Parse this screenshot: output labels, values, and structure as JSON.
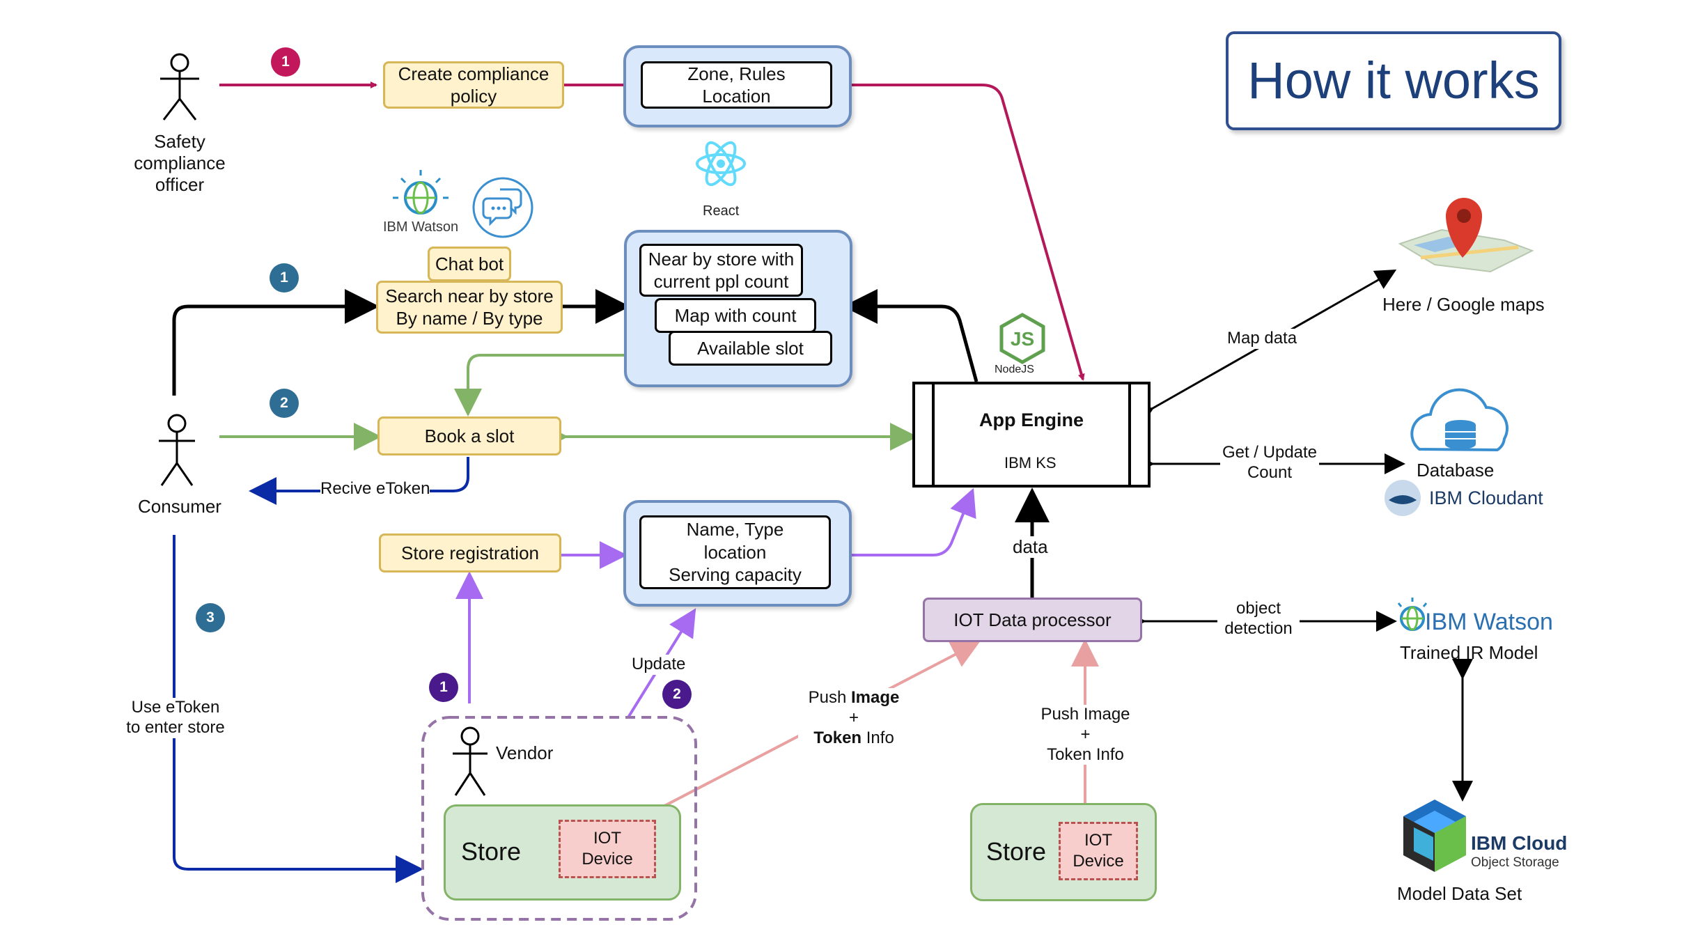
{
  "title": "How it works",
  "actors": {
    "safety_officer": "Safety\ncompliance\nofficer",
    "consumer": "Consumer",
    "vendor": "Vendor"
  },
  "nodes": {
    "create_policy": "Create compliance\npolicy",
    "zone_rules": "Zone, Rules\nLocation",
    "chat_bot": "Chat bot",
    "search_store": "Search near by store\nBy name / By type",
    "near_by_store": "Near by store with\ncurrent ppl count",
    "map_with_count": "Map with count",
    "available_slot": "Available slot",
    "book_slot": "Book a slot",
    "store_registration": "Store registration",
    "name_type": "Name, Type\nlocation\nServing capacity",
    "app_engine": "App Engine",
    "ibm_ks": "IBM KS",
    "iot_processor": "IOT Data processor",
    "store": "Store",
    "iot_device": "IOT\nDevice",
    "store2": "Store",
    "iot_device2": "IOT\nDevice"
  },
  "logos": {
    "react": "React",
    "ibm_watson_small": "IBM Watson",
    "nodejs": "NodeJS",
    "ibm_cloudant": "IBM Cloudant",
    "ibm_watson": "IBM Watson",
    "ibm_cloud": "IBM Cloud",
    "object_storage": "Object Storage"
  },
  "external": {
    "maps": "Here / Google maps",
    "database": "Database",
    "trained_model": "Trained IR Model",
    "model_data_set": "Model Data Set"
  },
  "edge_labels": {
    "receive_etoken": "Recive eToken",
    "use_etoken": "Use eToken\nto enter store",
    "update": "Update",
    "push_image_1_a": "Push ",
    "push_image_1_b": "Image",
    "push_image_1_plus": "+",
    "push_image_1_c": "Token",
    "push_image_1_d": " Info",
    "push_image_2": "Push Image\n+\nToken Info",
    "data": "data",
    "map_data": "Map data",
    "get_update_count": "Get / Update\nCount",
    "object_detection": "object\ndetection"
  },
  "badges": {
    "officer_1": "1",
    "consumer_1": "1",
    "consumer_2": "2",
    "consumer_3": "3",
    "vendor_1": "1",
    "vendor_2": "2"
  },
  "colors": {
    "crimson": "#b5185a",
    "black": "#000000",
    "green": "#82b366",
    "blue": "#0b2aa6",
    "purple": "#a66bf0",
    "pink": "#e8a0a0",
    "badge_magenta": "#c2185b",
    "badge_teal": "#2e6e94",
    "badge_purple": "#4a1a8c"
  }
}
